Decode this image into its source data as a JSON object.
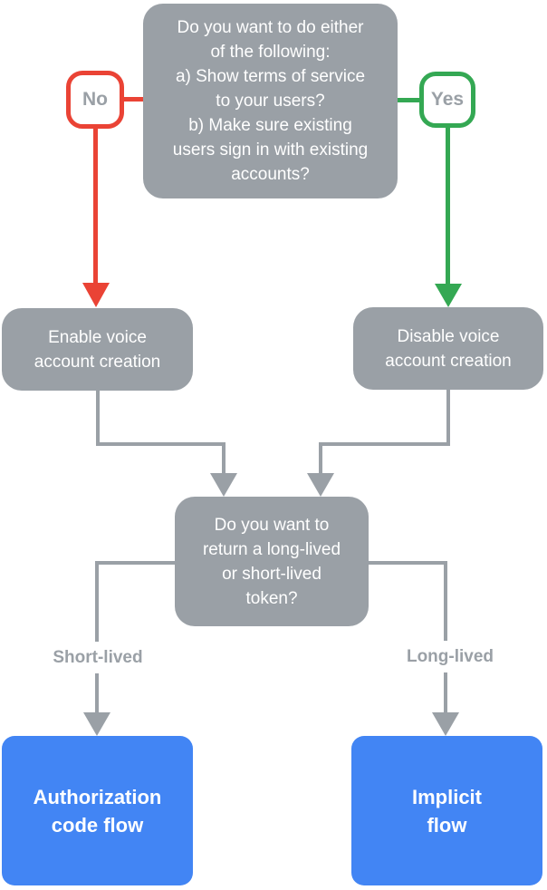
{
  "diagram": {
    "top_question": "Do you want to do either\nof the following:\na) Show terms of service\nto your users?\nb) Make sure existing\nusers sign in with existing\naccounts?",
    "no_label": "No",
    "yes_label": "Yes",
    "enable_box": "Enable voice\naccount creation",
    "disable_box": "Disable voice\naccount creation",
    "token_question": "Do you want to\nreturn a long-lived\nor short-lived\ntoken?",
    "short_lived_label": "Short-lived",
    "long_lived_label": "Long-lived",
    "auth_flow_box": "Authorization\ncode flow",
    "implicit_flow_box": "Implicit\nflow",
    "colors": {
      "gray": "#9AA0A6",
      "red": "#EA4335",
      "green": "#34A853",
      "blue": "#4285F4",
      "white": "#FFFFFF"
    }
  }
}
